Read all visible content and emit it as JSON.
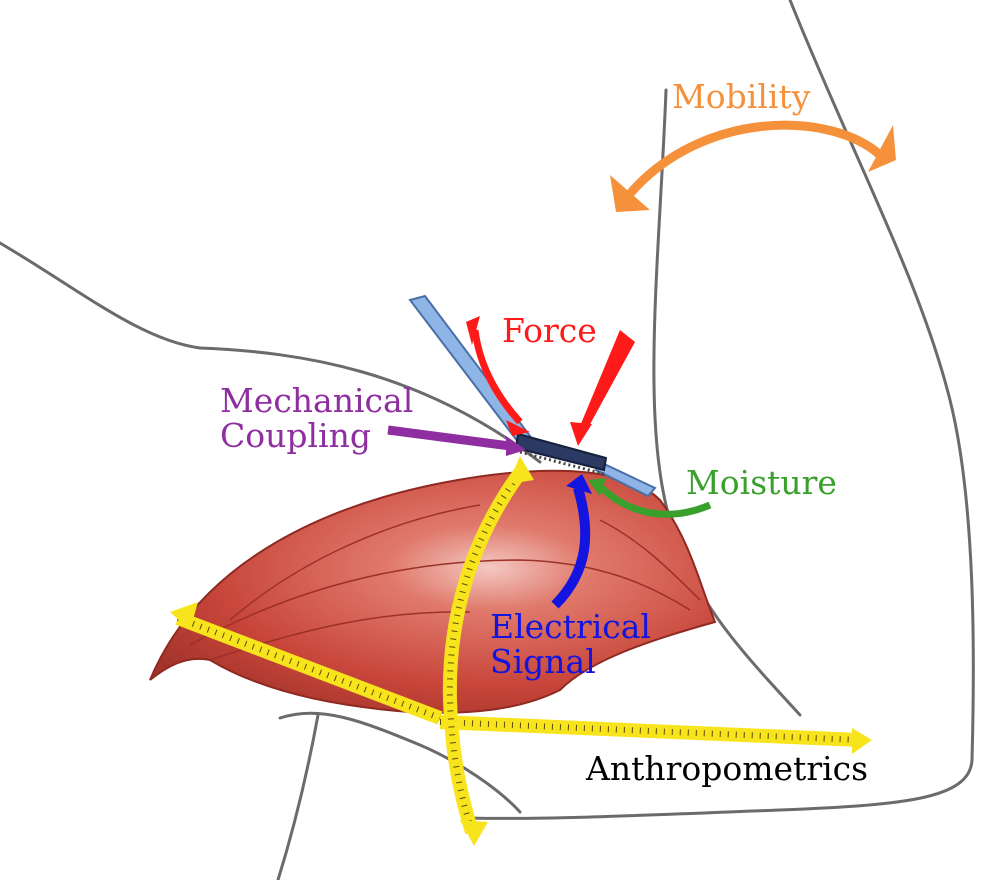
{
  "labels": {
    "mobility": "Mobility",
    "force": "Force",
    "mechanical_coupling_line1": "Mechanical",
    "mechanical_coupling_line2": "Coupling",
    "moisture": "Moisture",
    "electrical_signal_line1": "Electrical",
    "electrical_signal_line2": "Signal",
    "anthropometrics": "Anthropometrics"
  },
  "colors": {
    "mobility": "#f5913b",
    "force": "#ff1a1a",
    "mechanical_coupling": "#8e2ea0",
    "moisture": "#3aa02c",
    "electrical_signal": "#1414e0",
    "anthropometrics": "#000000",
    "tape": "#f8e41c",
    "tape_ticks": "#5a4a00",
    "muscle": "#c8453a",
    "muscle_dark": "#8e2a22",
    "body_outline": "#6b6b6b",
    "strap": "#8fb4e6",
    "sensor": "#2b3a63"
  }
}
